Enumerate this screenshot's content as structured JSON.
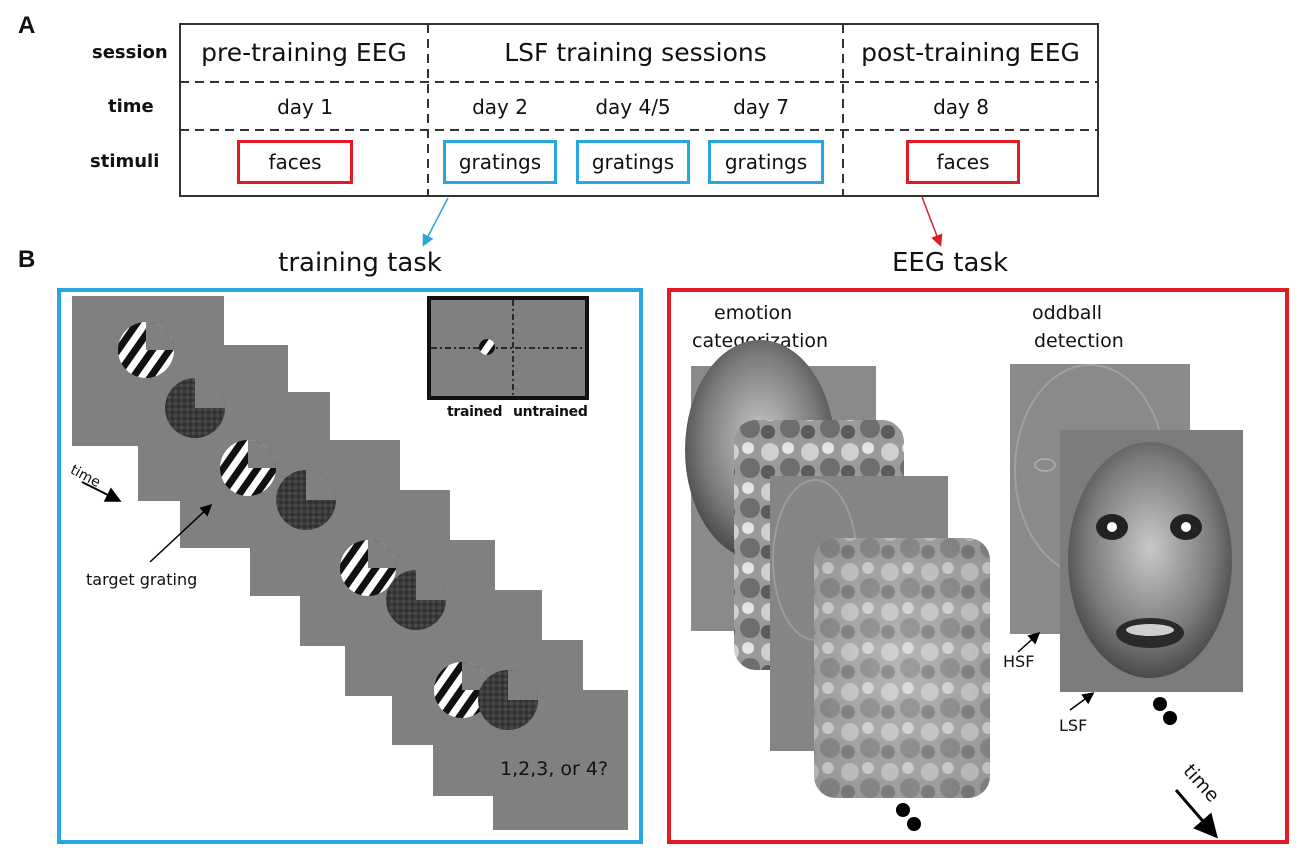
{
  "panel_a": {
    "letter": "A",
    "row_labels": {
      "session": "session",
      "time": "time",
      "stimuli": "stimuli"
    },
    "sessions": [
      "pre-training  EEG",
      "LSF training sessions",
      "post-training  EEG"
    ],
    "times": [
      "day 1",
      "day 2",
      "day 4/5",
      "day 7",
      "day 8"
    ],
    "stimuli": [
      "faces",
      "gratings",
      "gratings",
      "gratings",
      "faces"
    ]
  },
  "panel_b": {
    "letter": "B",
    "training_title": "training task",
    "eeg_title": "EEG task",
    "time_label": "time",
    "target_label": "target grating",
    "question": "1,2,3,  or 4?",
    "inset_trained": "trained",
    "inset_untrained": "untrained",
    "emotion_label_1": "emotion",
    "emotion_label_2": "categorization",
    "oddball_label_1": "oddball",
    "oddball_label_2": "detection",
    "hsf_label": "HSF",
    "lsf_label": "LSF",
    "eeg_time_label": "time"
  },
  "colors": {
    "red": "#e01b24",
    "blue": "#27a7e0",
    "screen_gray": "#808080"
  }
}
